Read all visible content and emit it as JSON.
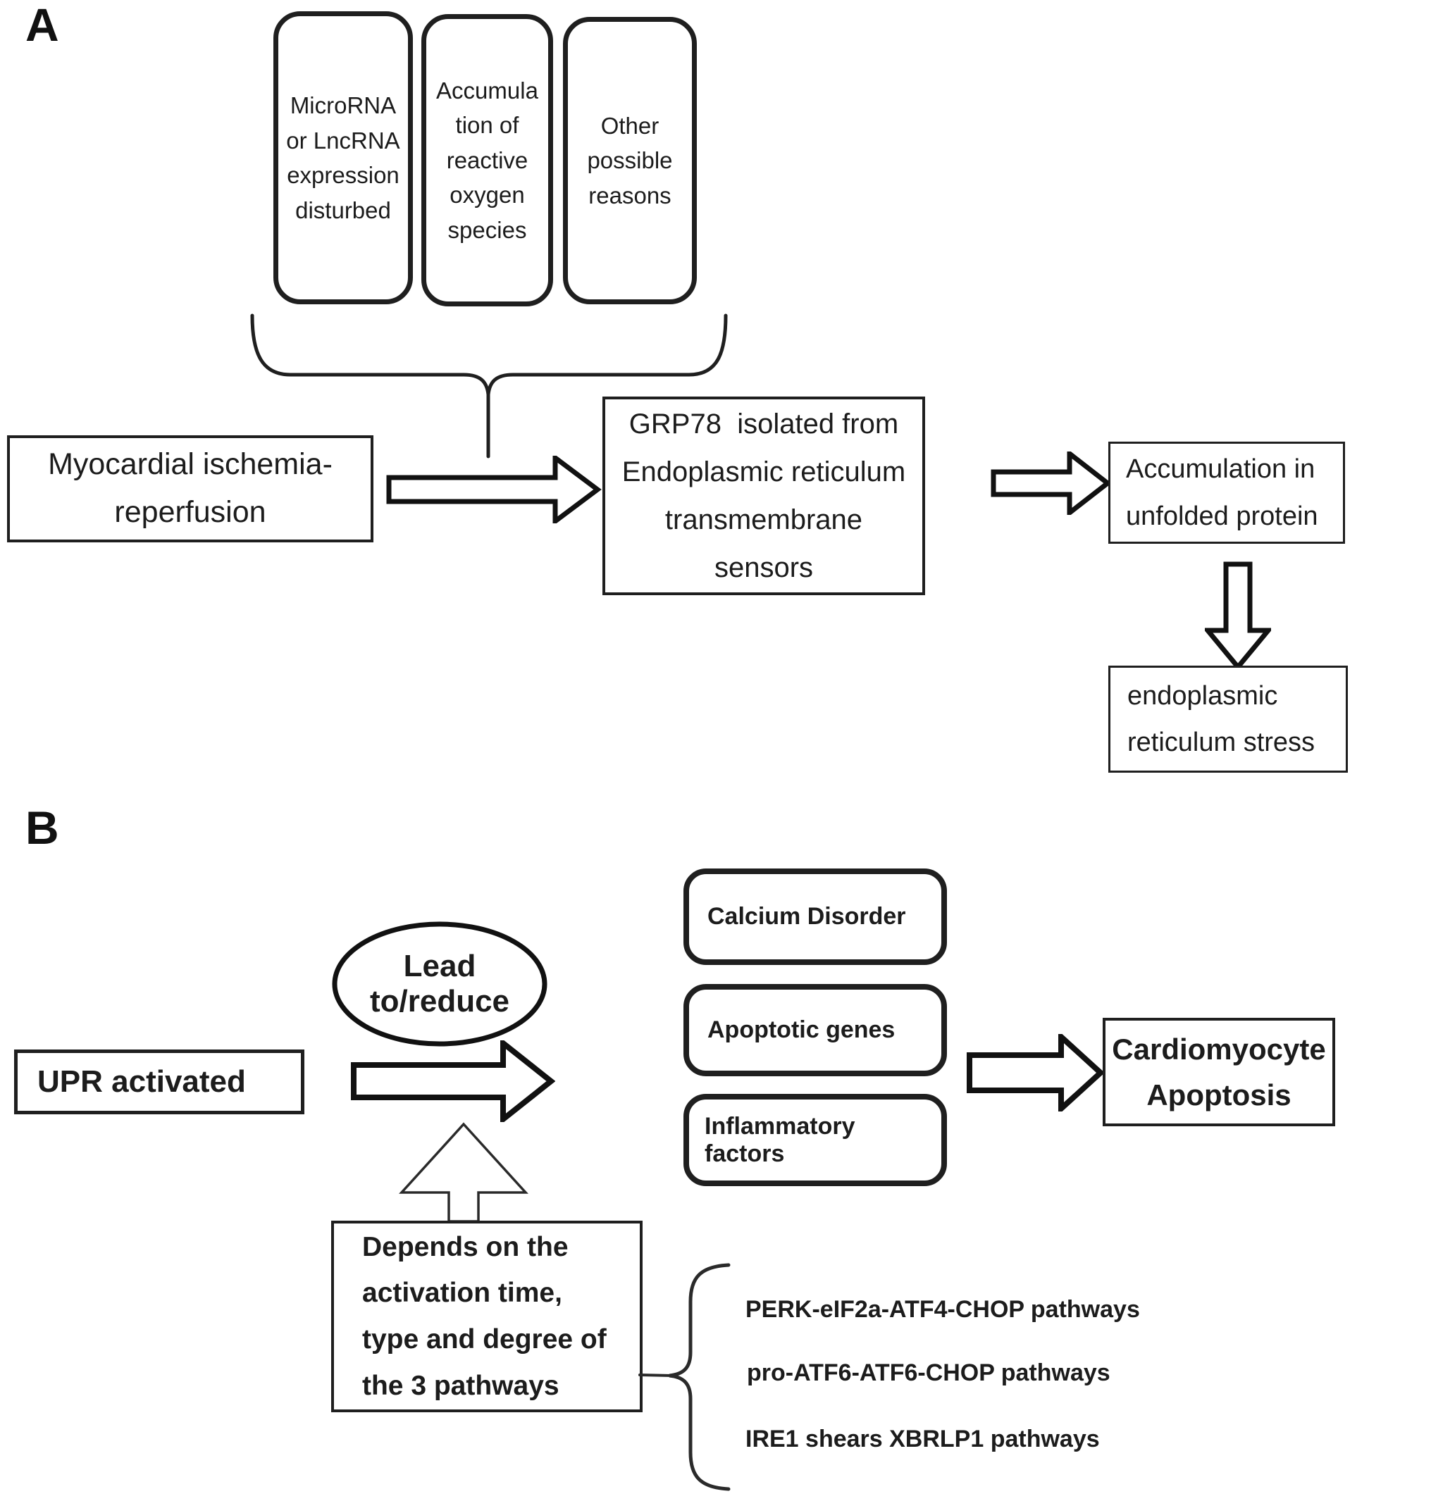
{
  "colors": {
    "ink": "#1c1c1c",
    "stroke": "#1a1a1a",
    "paper": "#ffffff"
  },
  "panel_a": {
    "label": "A",
    "cause_boxes": [
      {
        "label": "MicroRNA\nor LncRNA\nexpression\ndisturbed"
      },
      {
        "label": "Accumula\ntion of\nreactive\noxygen\nspecies"
      },
      {
        "label": "Other\npossible\nreasons"
      }
    ],
    "myocardial_box": "Myocardial ischemia-\nreperfusion",
    "grp78_box": "GRP78  isolated from\nEndoplasmic reticulum\ntransmembrane\nsensors",
    "accumulation_box": "Accumulation in\nunfolded protein",
    "er_stress_box": "endoplasmic\nreticulum stress"
  },
  "panel_b": {
    "label": "B",
    "upr_box": "UPR activated",
    "lead_ellipse": "Lead to/reduce",
    "effect_boxes": [
      {
        "label": "Calcium Disorder"
      },
      {
        "label": "Apoptotic genes"
      },
      {
        "label": "Inflammatory factors"
      }
    ],
    "cardiomyocyte_box": "Cardiomyocyte\nApoptosis",
    "depends_box": "Depends on the\nactivation time,\ntype and degree of\nthe 3 pathways",
    "pathways": [
      {
        "label": "PERK-eIF2a-ATF4-CHOP pathways"
      },
      {
        "label": "pro-ATF6-ATF6-CHOP pathways"
      },
      {
        "label": "IRE1 shears XBRLP1 pathways"
      }
    ]
  }
}
